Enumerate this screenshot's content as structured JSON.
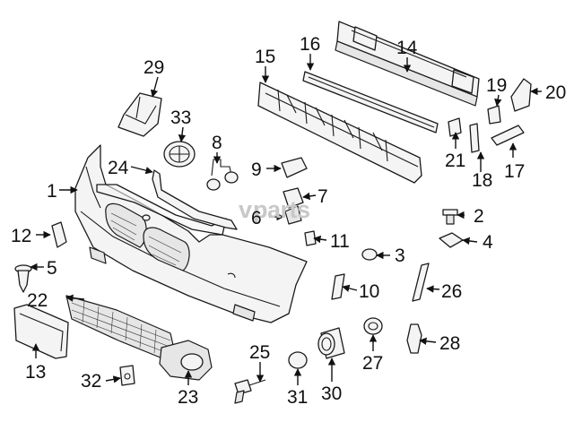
{
  "callouts": [
    "1",
    "2",
    "3",
    "4",
    "5",
    "6",
    "7",
    "8",
    "9",
    "10",
    "11",
    "12",
    "13",
    "14",
    "15",
    "16",
    "17",
    "18",
    "19",
    "20",
    "21",
    "22",
    "23",
    "24",
    "25",
    "26",
    "27",
    "28",
    "29",
    "30",
    "31",
    "32",
    "33"
  ],
  "watermark": {
    "prefix": "v",
    "text": "parts"
  }
}
